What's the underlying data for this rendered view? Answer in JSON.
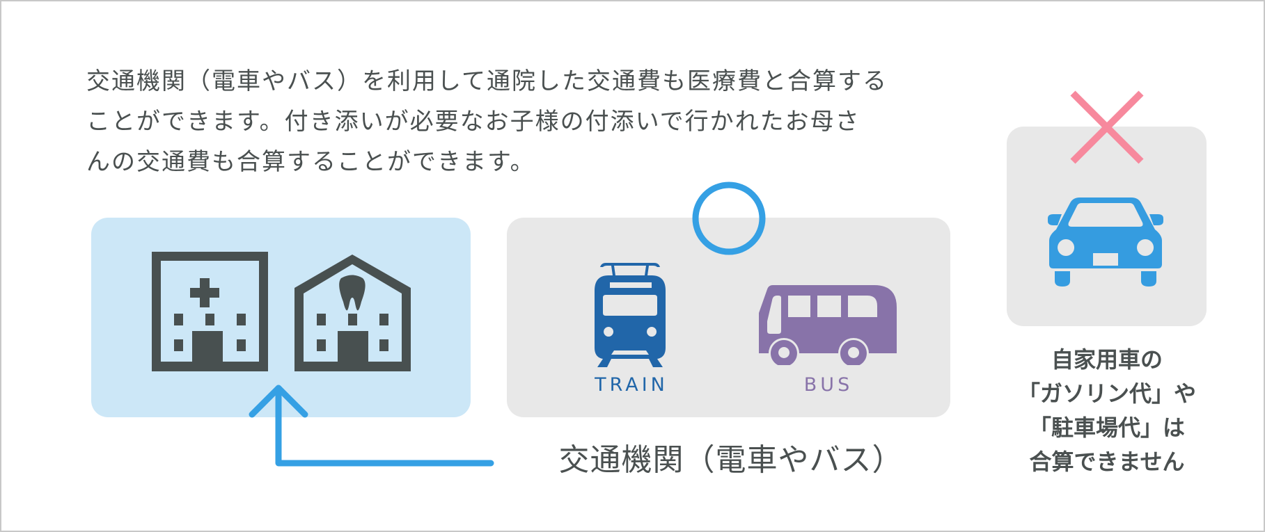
{
  "intro": {
    "lines": [
      "交通機関（電車やバス）を利用して通院した交通費も医療費と合算する",
      "ことができます。付き添いが必要なお子様の付添いで行かれたお母さ",
      "んの交通費も合算することができます。"
    ]
  },
  "destination_panel": {
    "icons": [
      "hospital-icon",
      "dental-clinic-icon"
    ],
    "background": "#cce7f7",
    "icon_color": "#485050"
  },
  "transit_panel": {
    "status_mark": "circle-ok-icon",
    "status_color": "#35a0e4",
    "modes": [
      {
        "icon": "train-icon",
        "label": "TRAIN",
        "color": "#2166a9"
      },
      {
        "icon": "bus-icon",
        "label": "BUS",
        "color": "#8873a9"
      }
    ],
    "caption": "交通機関（電車やバス）"
  },
  "car_panel": {
    "status_mark": "cross-ng-icon",
    "status_color": "#f7899d",
    "icon": "car-icon",
    "icon_color": "#359ce0",
    "note_lines": [
      "自家用車の",
      "「ガソリン代」や",
      "「駐車場代」は",
      "合算できません"
    ]
  },
  "arrow": {
    "color": "#35a0e4"
  }
}
